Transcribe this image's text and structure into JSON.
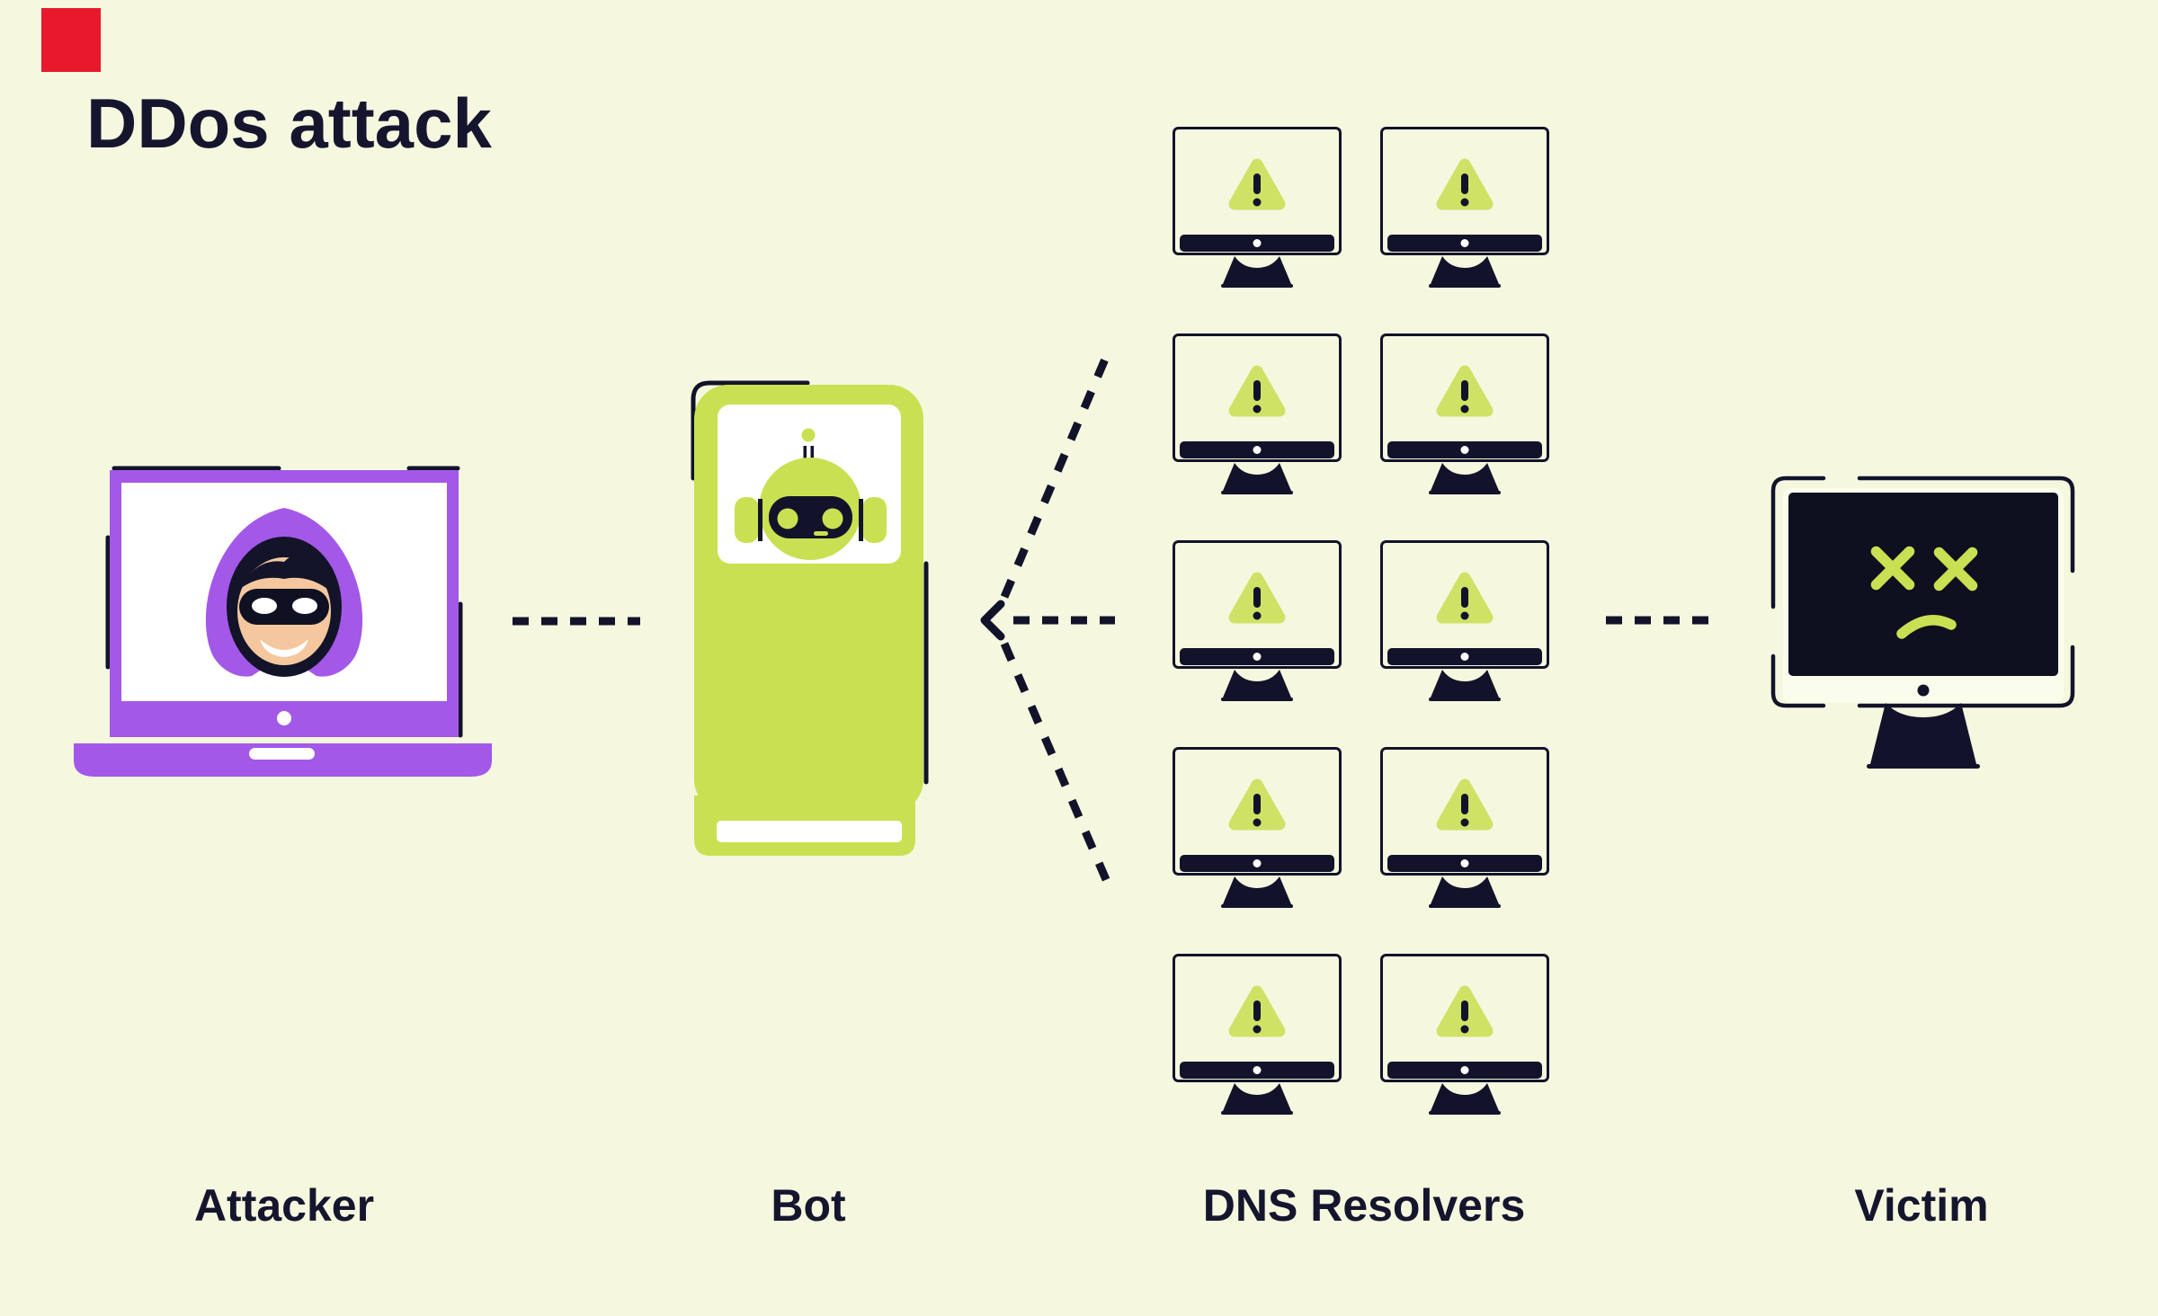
{
  "title": "DDos attack",
  "colors": {
    "background": "#f5f8df",
    "lime": "#c9e052",
    "lime_triangle": "#cfe266",
    "purple": "#a358e8",
    "dark_navy": "#12132a",
    "accent_red": "#e8182d",
    "panel_white": "#ffffff",
    "victim_bezel": "#fbfdec",
    "skin": "#f4c79e"
  },
  "nodes": {
    "attacker": {
      "label": "Attacker",
      "icon": "hacker-laptop-icon"
    },
    "bot": {
      "label": "Bot",
      "icon": "robot-icon"
    },
    "dns": {
      "label": "DNS Resolvers",
      "icon": "warning-monitor-icon",
      "monitor_count": 10,
      "columns": 2,
      "rows": 5
    },
    "victim": {
      "label": "Victim",
      "icon": "crashed-monitor-icon"
    }
  },
  "connections": [
    {
      "from": "attacker",
      "to": "bot",
      "style": "dashed"
    },
    {
      "from": "bot",
      "to": "dns",
      "style": "dashed-fan-3",
      "arrow": "left-chevron"
    },
    {
      "from": "dns",
      "to": "victim",
      "style": "dashed"
    }
  ]
}
